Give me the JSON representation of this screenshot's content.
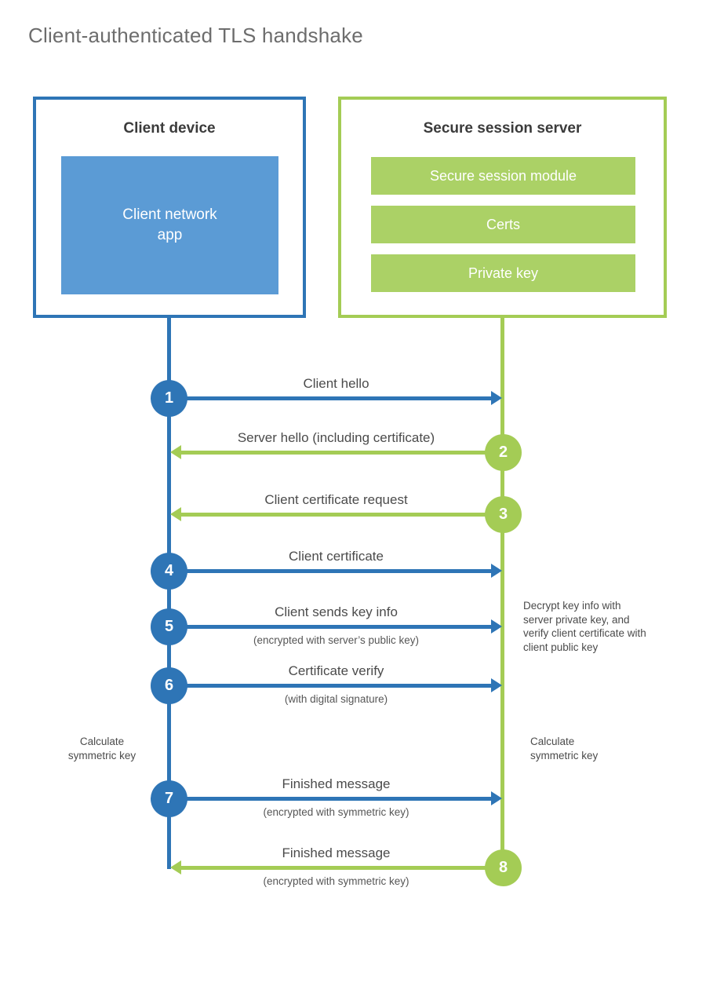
{
  "title": "Client-authenticated TLS handshake",
  "colors": {
    "blue": "#2e75b6",
    "blue_fill": "#5b9bd5",
    "green": "#a4cc55",
    "green_fill": "#abd166"
  },
  "client": {
    "title": "Client device",
    "app_label": "Client network app"
  },
  "server": {
    "title": "Secure session server",
    "modules": [
      "Secure session module",
      "Certs",
      "Private key"
    ]
  },
  "steps": [
    {
      "num": "1",
      "direction": "client-to-server",
      "label": "Client hello",
      "sublabel": ""
    },
    {
      "num": "2",
      "direction": "server-to-client",
      "label": "Server hello (including certificate)",
      "sublabel": ""
    },
    {
      "num": "3",
      "direction": "server-to-client",
      "label": "Client certificate request",
      "sublabel": ""
    },
    {
      "num": "4",
      "direction": "client-to-server",
      "label": "Client certificate",
      "sublabel": ""
    },
    {
      "num": "5",
      "direction": "client-to-server",
      "label": "Client sends key info",
      "sublabel": "(encrypted with server’s public key)"
    },
    {
      "num": "6",
      "direction": "client-to-server",
      "label": "Certificate verify",
      "sublabel": "(with digital signature)"
    },
    {
      "num": "7",
      "direction": "client-to-server",
      "label": "Finished message",
      "sublabel": "(encrypted with symmetric key)"
    },
    {
      "num": "8",
      "direction": "server-to-client",
      "label": "Finished message",
      "sublabel": "(encrypted with symmetric key)"
    }
  ],
  "notes": {
    "calculate_left": "Calculate symmetric key",
    "calculate_right": "Calculate symmetric key",
    "decrypt": "Decrypt key info with server private key, and verify client certificate with client public key"
  }
}
